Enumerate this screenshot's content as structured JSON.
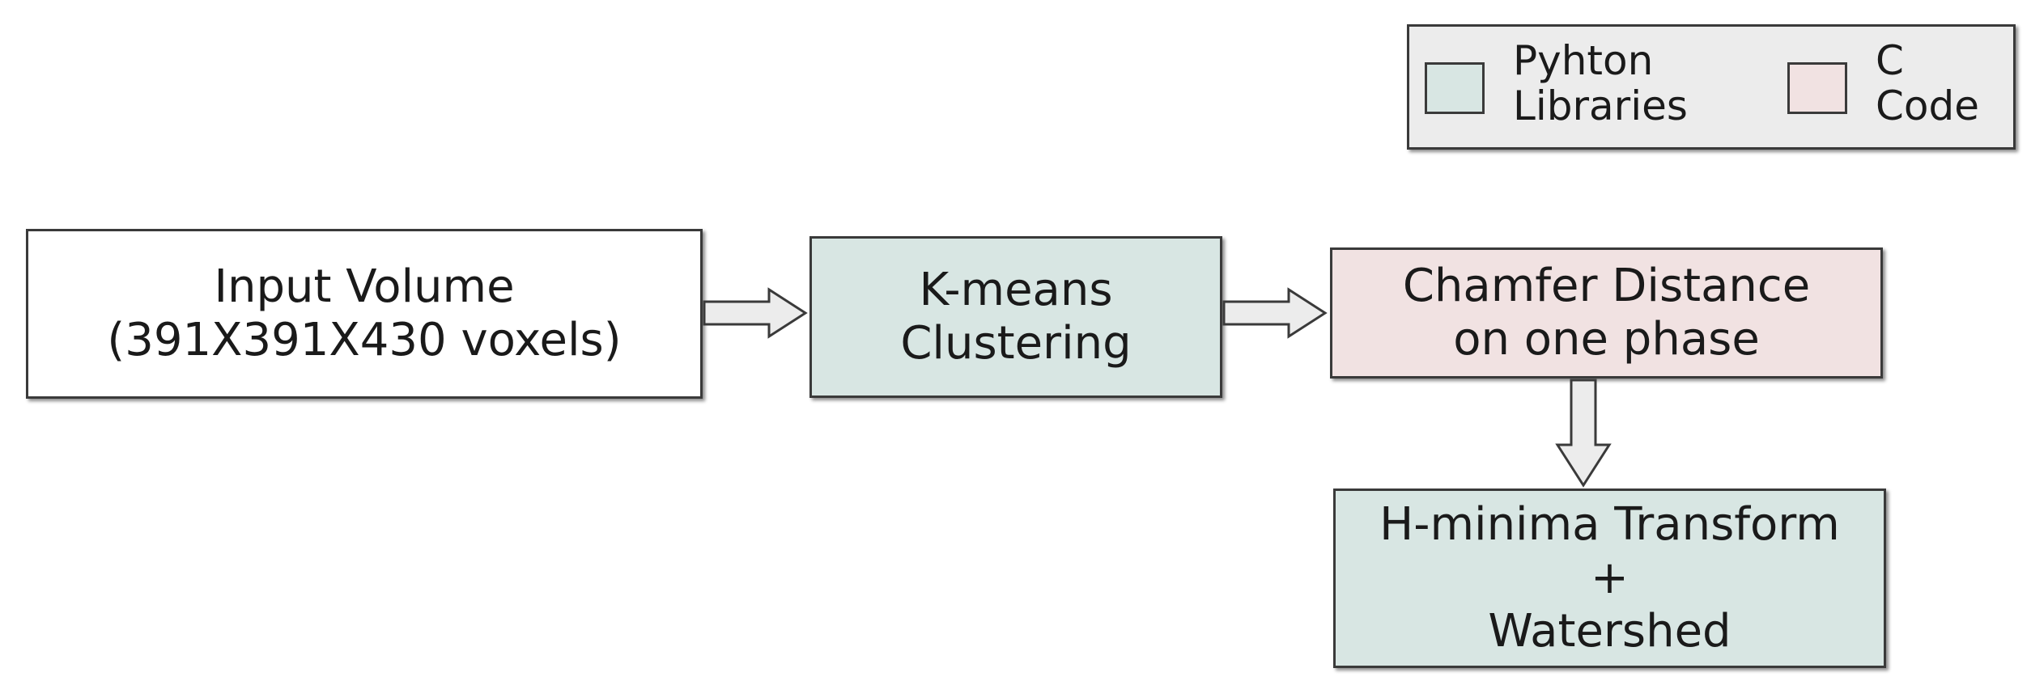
{
  "legend": {
    "python_label": "Pyhton\nLibraries",
    "c_label": "C\nCode"
  },
  "colors": {
    "python_libraries": "#d8e6e3",
    "c_code": "#f1e2e2",
    "legend_background": "#ececec",
    "arrow_fill": "#ececec",
    "stroke": "#3a3a3a"
  },
  "nodes": {
    "input_volume": {
      "label": "Input Volume\n(391X391X430 voxels)",
      "category": "none"
    },
    "kmeans": {
      "label": "K-means\nClustering",
      "category": "python_libraries"
    },
    "chamfer": {
      "label": "Chamfer Distance\non one phase",
      "category": "c_code"
    },
    "hminima": {
      "label": "H-minima Transform\n+\nWatershed",
      "category": "python_libraries"
    }
  },
  "edges": [
    {
      "from": "input_volume",
      "to": "kmeans",
      "icon": "block-arrow-right"
    },
    {
      "from": "kmeans",
      "to": "chamfer",
      "icon": "block-arrow-right"
    },
    {
      "from": "chamfer",
      "to": "hminima",
      "icon": "block-arrow-down"
    }
  ]
}
